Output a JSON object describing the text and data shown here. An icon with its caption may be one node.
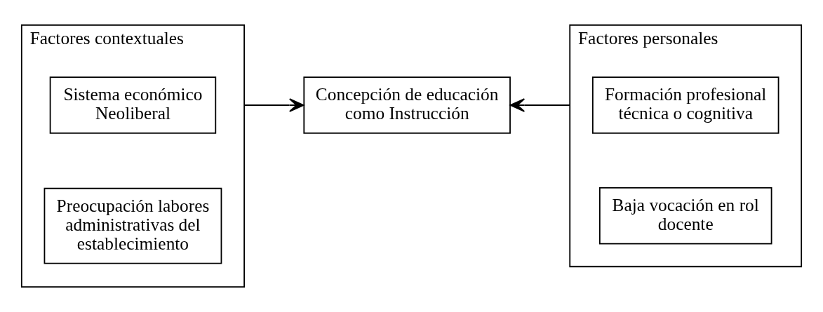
{
  "diagram": {
    "nodes": [
      {
        "text": [
          "Factores contextuales"
        ]
      },
      {
        "text": [
          "Sistema económico Neoliberal"
        ],
        "in": 0
      },
      {
        "text": [
          "Preocupación labores administrativas del establecimiento"
        ],
        "in": 0
      },
      {
        "text": [
          "Concepción de educación como Instrucción"
        ]
      },
      {
        "text": [
          "Factores personales"
        ]
      },
      {
        "text": [
          "Formación profesional técnica o cognitiva"
        ],
        "in": 4
      },
      {
        "text": [
          "Baja vocación en rol docente"
        ],
        "in": 4
      }
    ],
    "edges": [
      {
        "from": 0,
        "to": 3,
        "arrow": "to"
      },
      {
        "from": 4,
        "to": 3,
        "arrow": "to"
      }
    ]
  }
}
